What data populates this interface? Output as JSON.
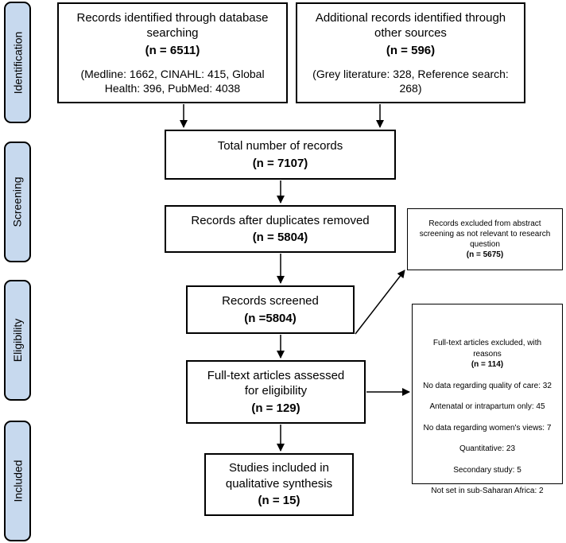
{
  "stages": {
    "identification": "Identification",
    "screening": "Screening",
    "eligibility": "Eligibility",
    "included": "Included"
  },
  "db_search": {
    "title_line1": "Records identified through database",
    "title_line2": "searching",
    "count": "(n = 6511)",
    "detail_line1": "(Medline: 1662, CINAHL: 415, Global",
    "detail_line2": "Health: 396, PubMed: 4038"
  },
  "other_sources": {
    "title_line1": "Additional records identified through",
    "title_line2": "other sources",
    "count": "(n = 596)",
    "detail_line1": "(Grey literature: 328, Reference search:",
    "detail_line2": "268)"
  },
  "total": {
    "title": "Total number of records",
    "count": "(n = 7107)"
  },
  "duplicates_removed": {
    "title": "Records after duplicates removed",
    "count": "(n = 5804)"
  },
  "screened": {
    "title": "Records screened",
    "count": "(n =5804)"
  },
  "excluded_abstract": {
    "line1": "Records excluded from abstract",
    "line2": "screening as not relevant to research",
    "line3": "question",
    "count": "(n = 5675)"
  },
  "fulltext": {
    "line1": "Full-text articles assessed",
    "line2": "for eligibility",
    "count": "(n = 129)"
  },
  "excluded_fulltext": {
    "line1": "Full-text articles excluded, with",
    "line2": "reasons",
    "count": "(n = 114)",
    "reasons": [
      "No data regarding quality of care: 32",
      "Antenatal or intrapartum only: 45",
      "No data regarding women's views: 7",
      "Quantitative: 23",
      "Secondary study: 5",
      "Not set in sub-Saharan Africa: 2"
    ]
  },
  "included": {
    "line1": "Studies included in",
    "line2": "qualitative synthesis",
    "count": "(n = 15)"
  },
  "colors": {
    "stage_fill": "#c7d9ee",
    "border": "#000000"
  }
}
